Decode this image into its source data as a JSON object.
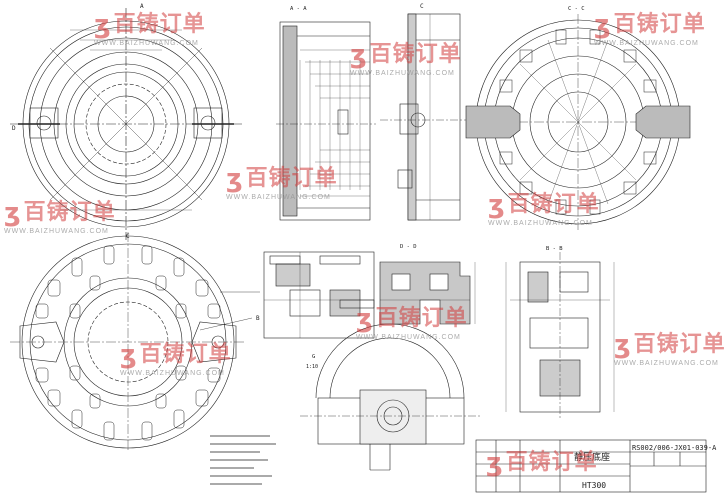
{
  "views": {
    "a_a": "A - A",
    "c_c": "C - C",
    "d_d": "D - D",
    "b_b": "B - B",
    "detail": "G",
    "detail_scale": "1:10",
    "label_a": "A",
    "label_c": "C",
    "label_d": "D",
    "label_b": "B"
  },
  "title_block": {
    "drawing_number": "RS002/006-JX01-039-A",
    "part_name": "静压底座",
    "material": "HT300"
  },
  "watermarks": {
    "brand": "百铸订单",
    "site": "WWW.BAIZHUWANG.COM"
  }
}
